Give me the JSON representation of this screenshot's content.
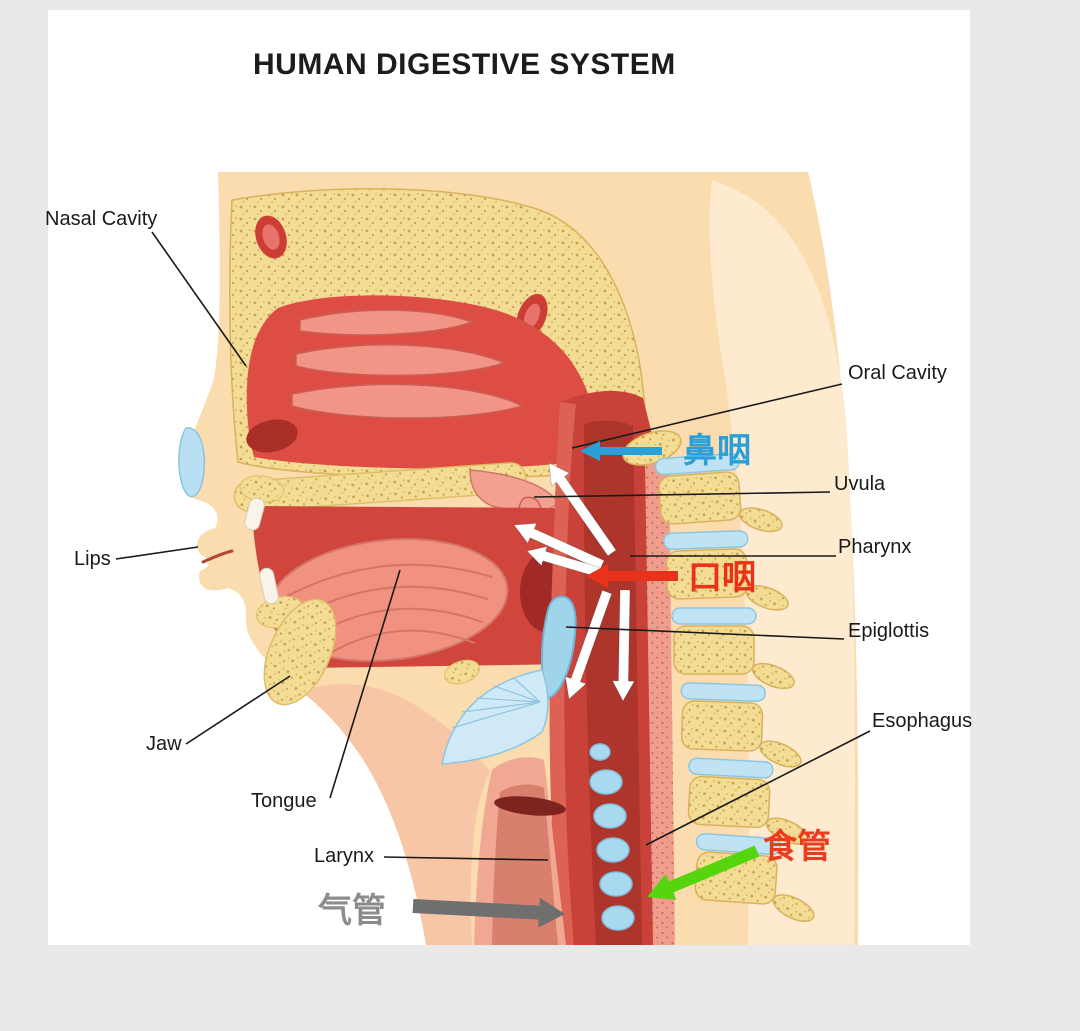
{
  "page": {
    "title": "HUMAN DIGESTIVE SYSTEM",
    "background_color": "#e9e9e9",
    "panel_color": "#ffffff"
  },
  "labels": {
    "nasal_cavity": "Nasal Cavity",
    "lips": "Lips",
    "jaw": "Jaw",
    "tongue": "Tongue",
    "larynx": "Larynx",
    "oral_cavity": "Oral Cavity",
    "uvula": "Uvula",
    "pharynx": "Pharynx",
    "epiglottis": "Epiglottis",
    "esophagus": "Esophagus"
  },
  "annotations": {
    "nasopharynx": {
      "text": "鼻咽",
      "color": "#2a9fd8"
    },
    "oropharynx": {
      "text": "口咽",
      "color": "#e8321a"
    },
    "esophagus_cn": {
      "text": "食管",
      "color": "#ed3b1e",
      "arrow_color": "#56d40e"
    },
    "trachea_cn": {
      "text": "气管",
      "color": "#8c8c8c",
      "arrow_color": "#6f6f6f"
    }
  }
}
